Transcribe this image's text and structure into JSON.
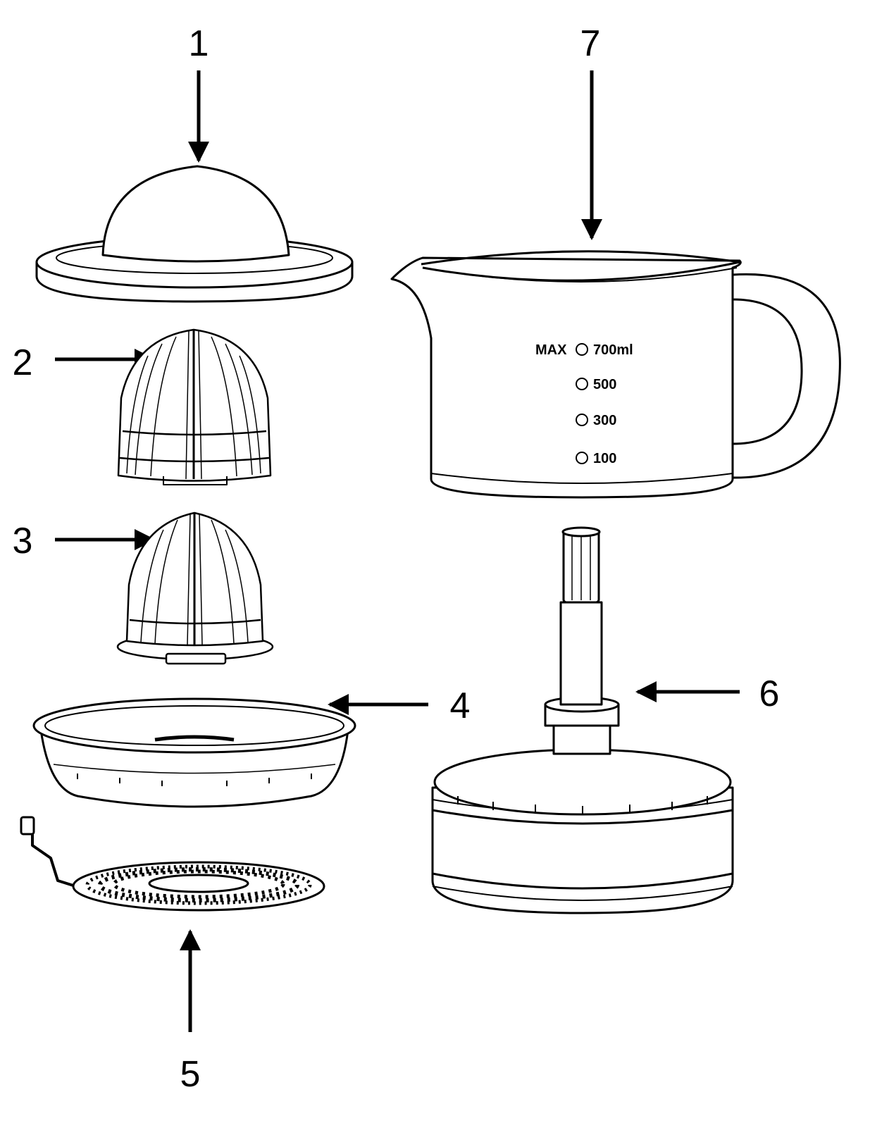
{
  "diagram": {
    "callouts": [
      {
        "id": "1",
        "label": "1",
        "part": "juicer-lid"
      },
      {
        "id": "2",
        "label": "2",
        "part": "large-cone"
      },
      {
        "id": "3",
        "label": "3",
        "part": "small-cone"
      },
      {
        "id": "4",
        "label": "4",
        "part": "juice-bowl"
      },
      {
        "id": "5",
        "label": "5",
        "part": "filter-sieve"
      },
      {
        "id": "6",
        "label": "6",
        "part": "motor-base-with-spindle"
      },
      {
        "id": "7",
        "label": "7",
        "part": "measuring-jug"
      }
    ],
    "jug_markings": {
      "max": "MAX",
      "m700": "700ml",
      "m500": "500",
      "m300": "300",
      "m100": "100"
    },
    "colors": {
      "ink": "#000000",
      "fill": "#ffffff"
    }
  }
}
